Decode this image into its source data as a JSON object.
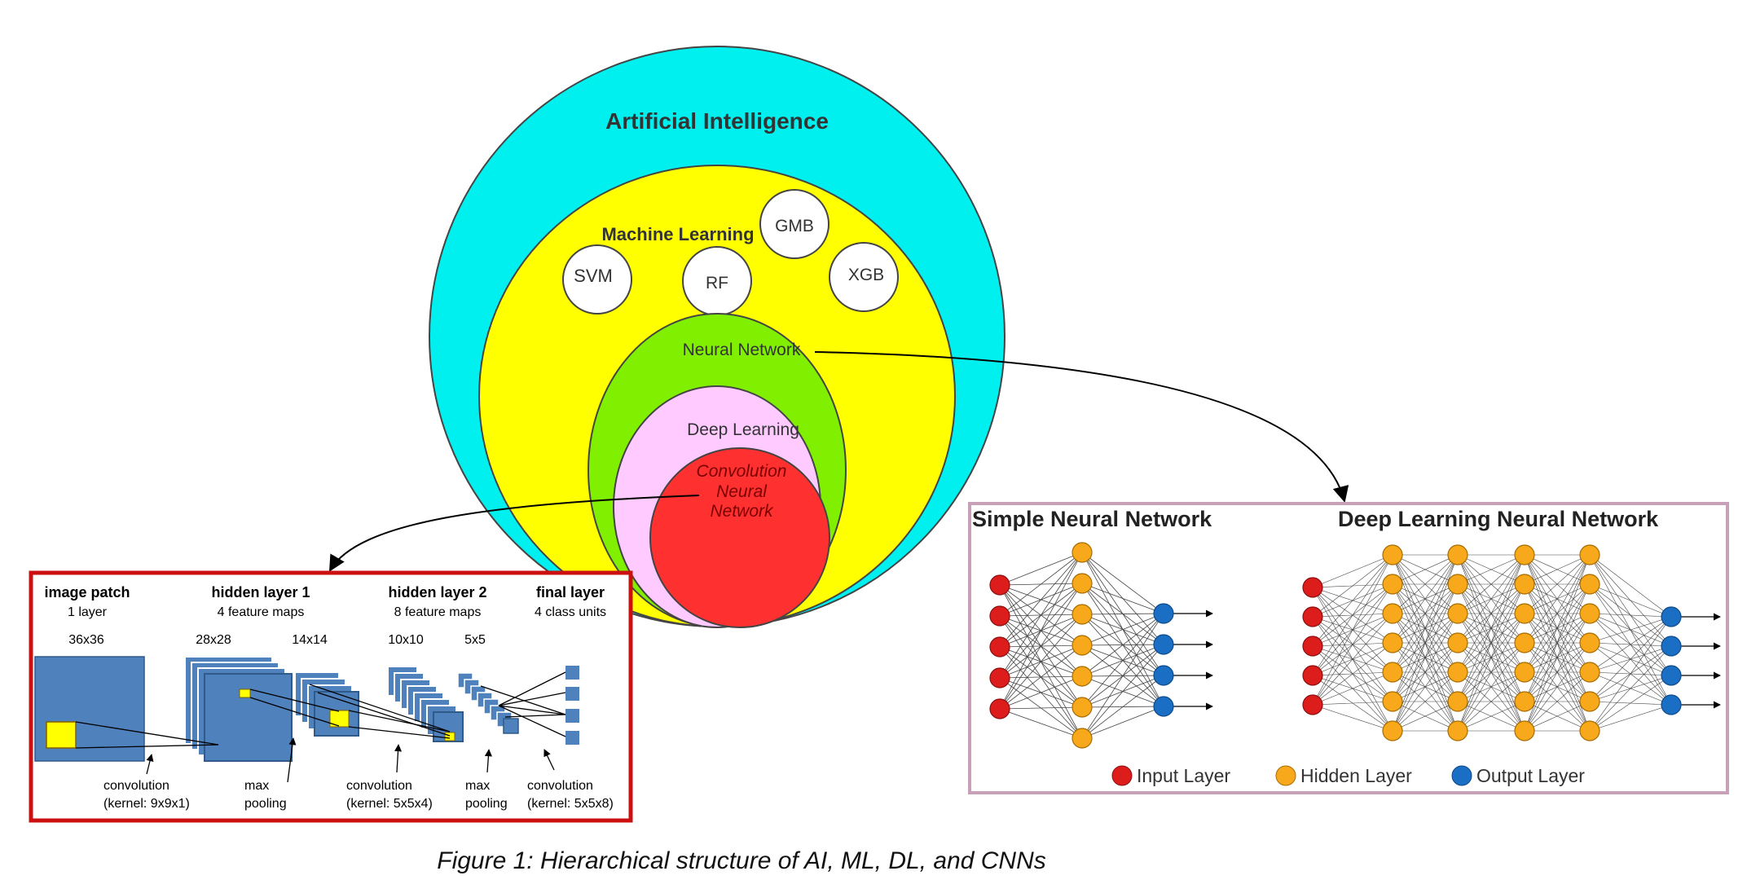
{
  "venn": {
    "ai_label": "Artificial Intelligence",
    "ml_label": "Machine Learning",
    "ml_methods": [
      "GMB",
      "SVM",
      "RF",
      "XGB"
    ],
    "nn_label": "Neural Network",
    "dl_label": "Deep Learning",
    "cnn_label": [
      "Convolution",
      "Neural",
      "Network"
    ],
    "colors": {
      "ai": "#00f0f0",
      "ml": "#ffff00",
      "nn": "#80f000",
      "dl": "#ffcaff",
      "cnn": "#ff3030"
    }
  },
  "cnn_panel": {
    "border_color": "#cc1010",
    "layers": [
      {
        "title": "image patch",
        "sub": "1 layer"
      },
      {
        "title": "hidden layer 1",
        "sub": "4 feature maps"
      },
      {
        "title": "hidden layer 2",
        "sub": "8 feature maps"
      },
      {
        "title": "final layer",
        "sub": "4 class units"
      }
    ],
    "sizes": [
      "36x36",
      "28x28",
      "14x14",
      "10x10",
      "5x5"
    ],
    "ops": [
      {
        "line1": "convolution",
        "line2": "(kernel: 9x9x1)"
      },
      {
        "line1": "max",
        "line2": "pooling"
      },
      {
        "line1": "convolution",
        "line2": "(kernel: 5x5x4)"
      },
      {
        "line1": "max",
        "line2": "pooling"
      },
      {
        "line1": "convolution",
        "line2": "(kernel: 5x5x8)"
      }
    ]
  },
  "nn_panel": {
    "border_color": "#c8a0b8",
    "simple_title": "Simple Neural Network",
    "deep_title": "Deep Learning Neural Network",
    "legend": [
      {
        "label": "Input Layer",
        "color": "#dd1c1c"
      },
      {
        "label": "Hidden Layer",
        "color": "#f7a81b"
      },
      {
        "label": "Output Layer",
        "color": "#1a6fc4"
      }
    ]
  },
  "caption": "Figure 1: Hierarchical structure of AI, ML, DL, and CNNs"
}
